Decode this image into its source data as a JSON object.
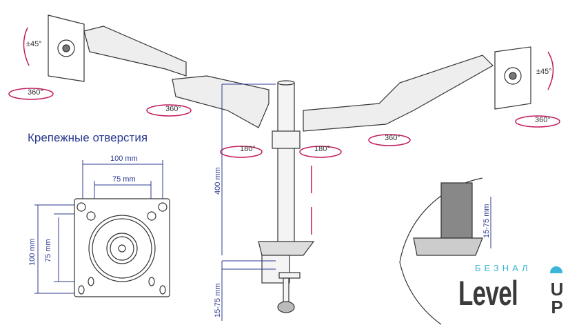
{
  "title": "Крепежные отверстия",
  "rotation_labels": {
    "left_tilt": "±45°",
    "left_monitor_swivel": "360°",
    "left_arm_swivel": "360°",
    "pole_left": "180°",
    "pole_right": "180°",
    "right_arm_swivel": "360°",
    "right_monitor_swivel": "360°",
    "right_tilt": "±45°"
  },
  "dimensions": {
    "pole_height": "400 mm",
    "clamp_range": "15-75 mm",
    "inset_clamp_range": "15-75 mm",
    "vesa_h_100": "100 mm",
    "vesa_h_75": "75 mm",
    "vesa_v_100": "100 mm",
    "vesa_v_75": "75 mm"
  },
  "logo": {
    "sub": "БЕЗНАЛ",
    "main": "Level",
    "up": "UP"
  },
  "colors": {
    "accent": "#c2185b",
    "dimension": "#2b3990",
    "line": "#333333"
  }
}
